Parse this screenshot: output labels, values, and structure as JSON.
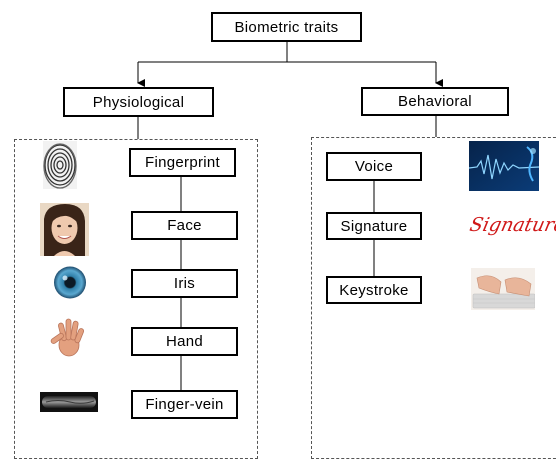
{
  "title": "Biometric traits",
  "categories": {
    "physiological": {
      "label": "Physiological",
      "traits": [
        "Fingerprint",
        "Face",
        "Iris",
        "Hand",
        "Finger-vein"
      ]
    },
    "behavioral": {
      "label": "Behavioral",
      "traits": [
        "Voice",
        "Signature",
        "Keystroke"
      ]
    }
  },
  "images": {
    "fingerprint": "fingerprint-image",
    "face": "face-photo",
    "iris": "iris-eye-image",
    "hand": "open-hand-image",
    "finger_vein": "finger-vein-image",
    "voice": "voice-waveform-image",
    "signature": "Signature",
    "keystroke": "typing-hands-image"
  }
}
